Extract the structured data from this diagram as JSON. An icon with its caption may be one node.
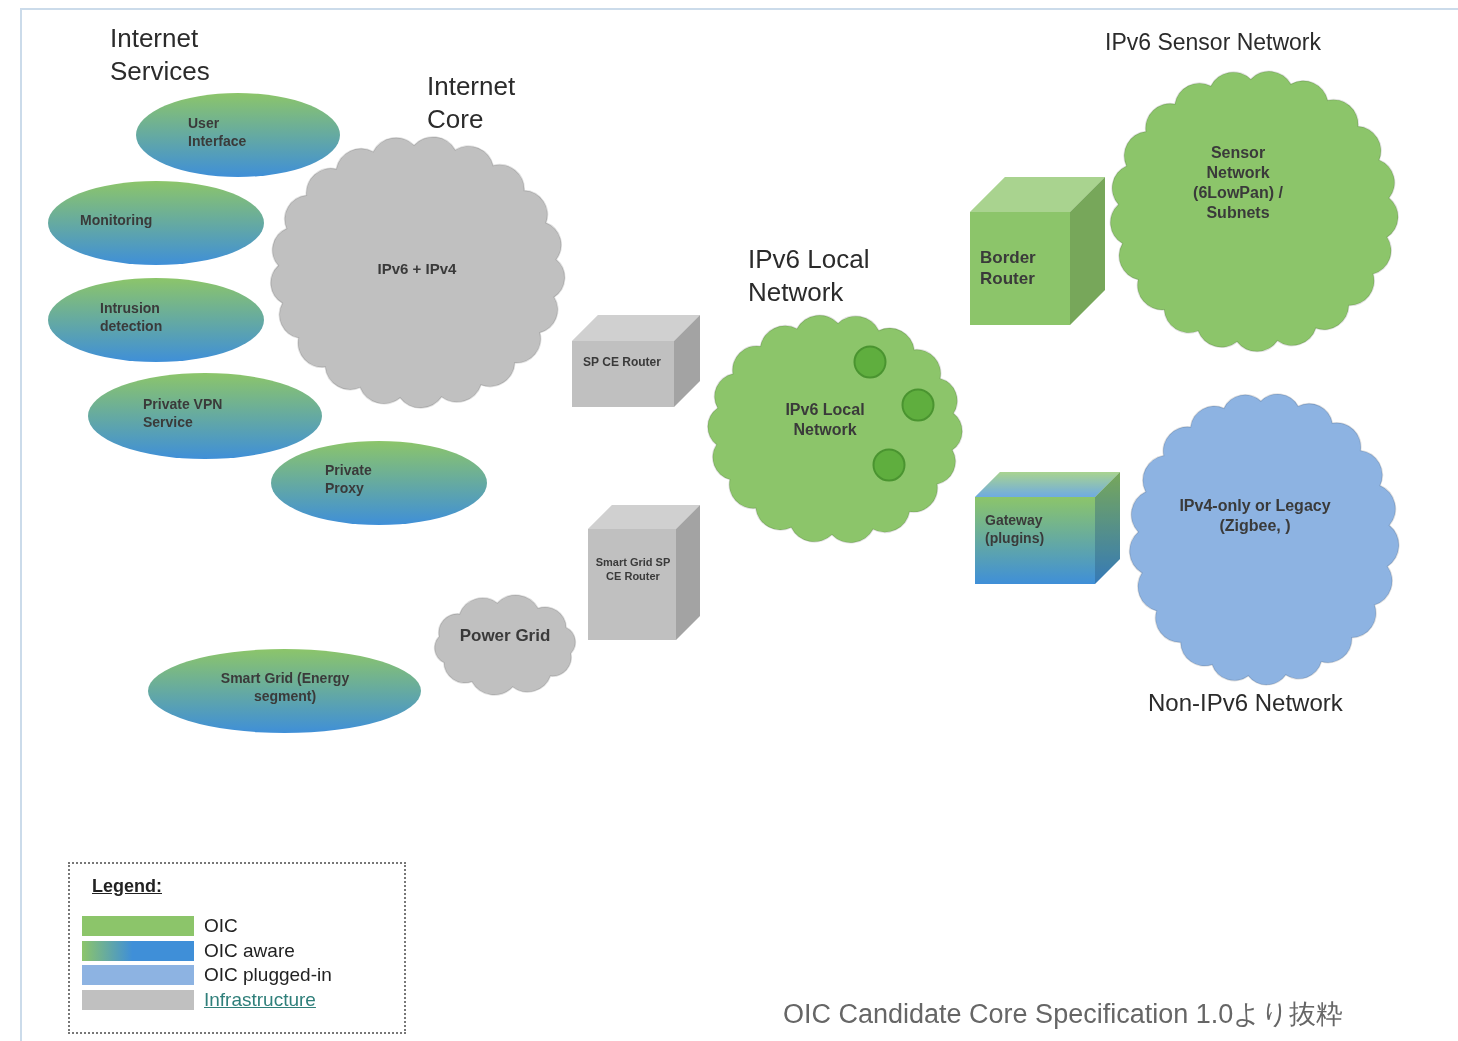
{
  "diagram": {
    "caption": "OIC Candidate Core Specification 1.0より抜粋",
    "nodes": [
      {
        "text": [
          "User Interface"
        ]
      },
      {
        "text": [
          "Monitoring"
        ]
      },
      {
        "text": [
          "Intrusion detection"
        ]
      },
      {
        "text": [
          "Private VPN Service"
        ]
      },
      {
        "text": [
          "Private Proxy"
        ]
      },
      {
        "text": [
          "Smart Grid (Energy segment)"
        ]
      },
      {
        "text": [
          "Internet Core",
          "IPv6 + IPv4"
        ]
      },
      {
        "text": [
          "SP CE Router"
        ]
      },
      {
        "text": [
          "Power Grid"
        ]
      },
      {
        "text": [
          "Smart Grid SP CE Router"
        ]
      },
      {
        "text": [
          "IPv6 Local Network",
          "IPv6 Local Network"
        ]
      },
      {
        "text": [],
        "shape": "circle",
        "in": 10
      },
      {
        "text": [],
        "shape": "circle",
        "in": 10
      },
      {
        "text": [],
        "shape": "circle",
        "in": 10
      },
      {
        "text": [
          "Border Router"
        ]
      },
      {
        "text": [
          "IPv6 Sensor Network",
          "Sensor Network (6LowPan) / Subnets"
        ]
      },
      {
        "text": [
          "Gateway (plugins)"
        ]
      },
      {
        "text": [
          "IPv4-only or Legacy (Zigbee, )",
          "Non-IPv6 Network"
        ]
      }
    ],
    "labels": [
      "Internet Services",
      "Legend:"
    ],
    "legend": [
      {
        "text": "OIC",
        "color": "#8cc56a"
      },
      {
        "text": "OIC aware",
        "color": "#3f8fd8"
      },
      {
        "text": "OIC plugged-in",
        "color": "#8db3e2"
      },
      {
        "text": "Infrastructure",
        "color": "#c0c0c0"
      }
    ]
  }
}
